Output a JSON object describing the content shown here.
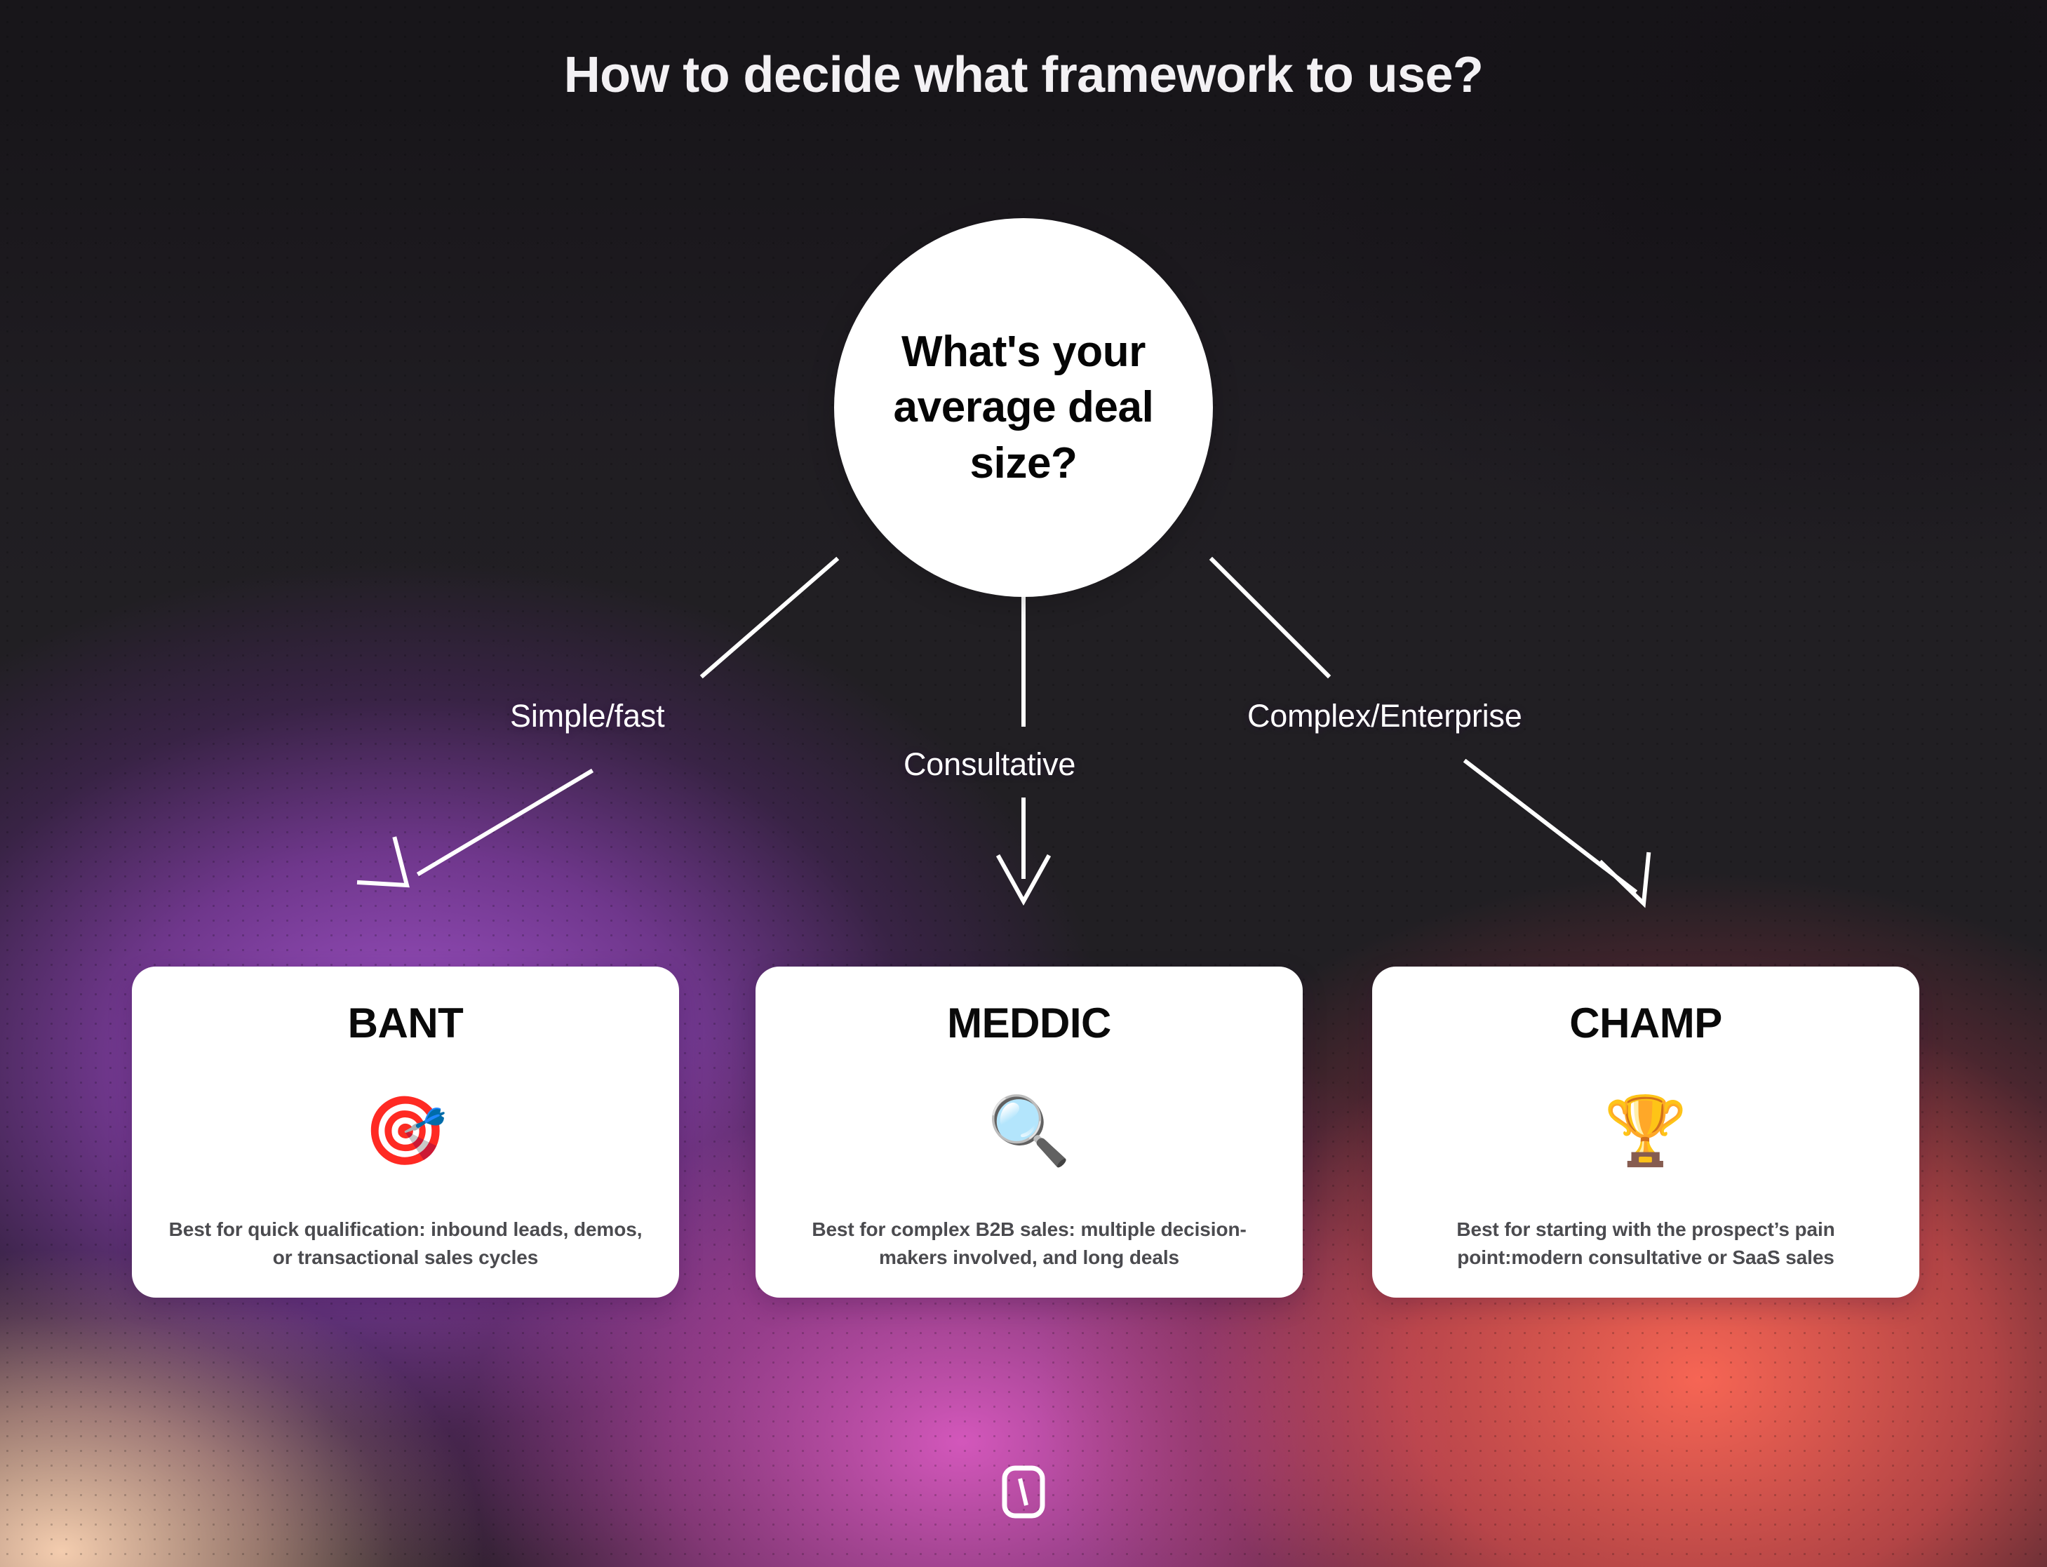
{
  "title": "How to decide what framework to use?",
  "root_node": {
    "label": "What's your average deal size?",
    "shape": "circle"
  },
  "branches": [
    {
      "label": "Simple/fast",
      "target": "BANT"
    },
    {
      "label": "Consultative",
      "target": "MEDDIC"
    },
    {
      "label": "Complex/Enterprise",
      "target": "CHAMP"
    }
  ],
  "cards": [
    {
      "title": "BANT",
      "emoji": "🎯",
      "emoji_name": "bullseye-dart-icon",
      "description": "Best for quick qualification: inbound leads, demos, or transactional sales cycles"
    },
    {
      "title": "MEDDIC",
      "emoji": "🔍",
      "emoji_name": "magnifying-glass-icon",
      "description": "Best for complex B2B sales: multiple decision-makers involved, and long deals"
    },
    {
      "title": "CHAMP",
      "emoji": "🏆",
      "emoji_name": "trophy-icon",
      "description": "Best for starting with the prospect’s pain point:modern consultative or SaaS sales"
    }
  ],
  "footer": {
    "logo_name": "rounded-square-slash-logo"
  },
  "colors": {
    "title_text": "#f3f1f4",
    "node_fill": "#ffffff",
    "node_text": "#050505",
    "card_fill": "#ffffff",
    "card_title_text": "#0a0a0a",
    "card_desc_text": "#4b4b4f",
    "connector": "#ffffff",
    "edge_label_text": "#ffffff",
    "bg_dark": "#211f23",
    "bg_purple": "#a856d2",
    "bg_magenta": "#e25cc8",
    "bg_coral": "#ff6856",
    "bg_cream": "#ffd6b6"
  }
}
